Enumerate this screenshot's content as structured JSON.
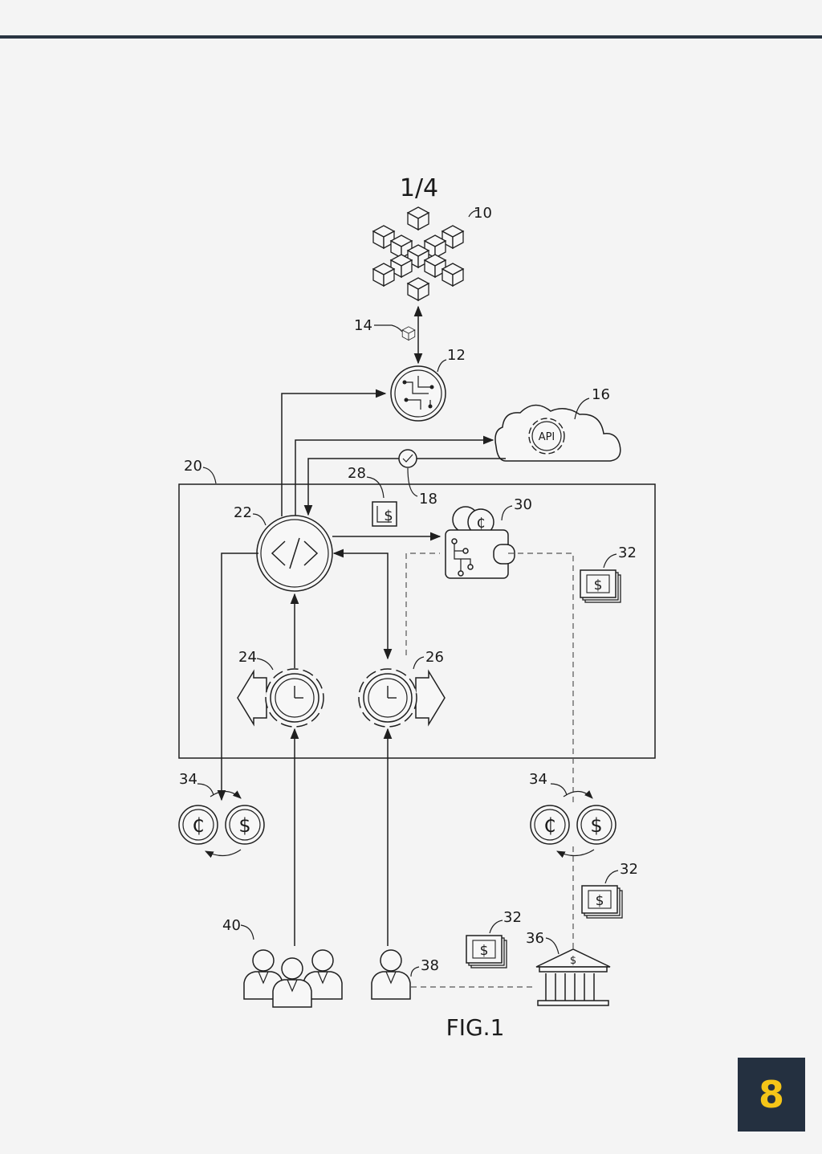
{
  "sheet": {
    "title": "1/4",
    "figure_label": "FIG.1",
    "page_number": "8"
  },
  "api_label": "API",
  "reference_numerals": {
    "blockchain": "10",
    "node": "12",
    "block": "14",
    "cloud_api": "16",
    "verification": "18",
    "platform": "20",
    "smart_contract": "22",
    "process_left": "24",
    "process_right": "26",
    "token": "28",
    "wallet": "30",
    "money_wallet": "32",
    "money_mid": "32",
    "money_bank": "32",
    "exchange_left": "34",
    "exchange_right": "34",
    "bank": "36",
    "user": "38",
    "group": "40"
  },
  "colors": {
    "top_rule": "#2a3542",
    "badge_bg": "#243040",
    "badge_text": "#f5c518"
  }
}
